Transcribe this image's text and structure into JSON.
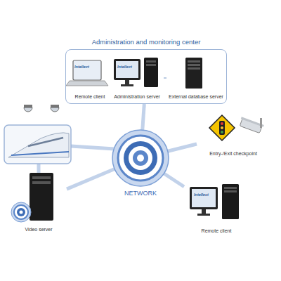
{
  "diagram": {
    "nodes": [
      {
        "text": [
          "Administration and monitoring center"
        ]
      },
      {
        "text": [
          "Remote client"
        ],
        "in": 0
      },
      {
        "text": [
          "Administration server"
        ],
        "in": 0
      },
      {
        "text": [
          "External database server"
        ],
        "in": 0
      },
      {
        "text": [
          "NETWORK"
        ]
      },
      {
        "text": [
          "Video server"
        ]
      },
      {
        "text": [
          "Entry-/Exit checkpoint"
        ]
      },
      {
        "text": [
          "Remote client"
        ]
      }
    ],
    "edges": [
      {
        "from": 1,
        "to": 2,
        "arrow": "none"
      },
      {
        "from": 2,
        "to": 3,
        "arrow": "none"
      },
      {
        "from": 0,
        "to": 4,
        "arrow": "none"
      },
      {
        "from": 4,
        "to": 5,
        "arrow": "none"
      },
      {
        "from": 4,
        "to": 6,
        "arrow": "none"
      },
      {
        "from": 4,
        "to": 7,
        "arrow": "none"
      }
    ],
    "labels": [
      "Intellect",
      "Intellect",
      "Intellect"
    ]
  }
}
